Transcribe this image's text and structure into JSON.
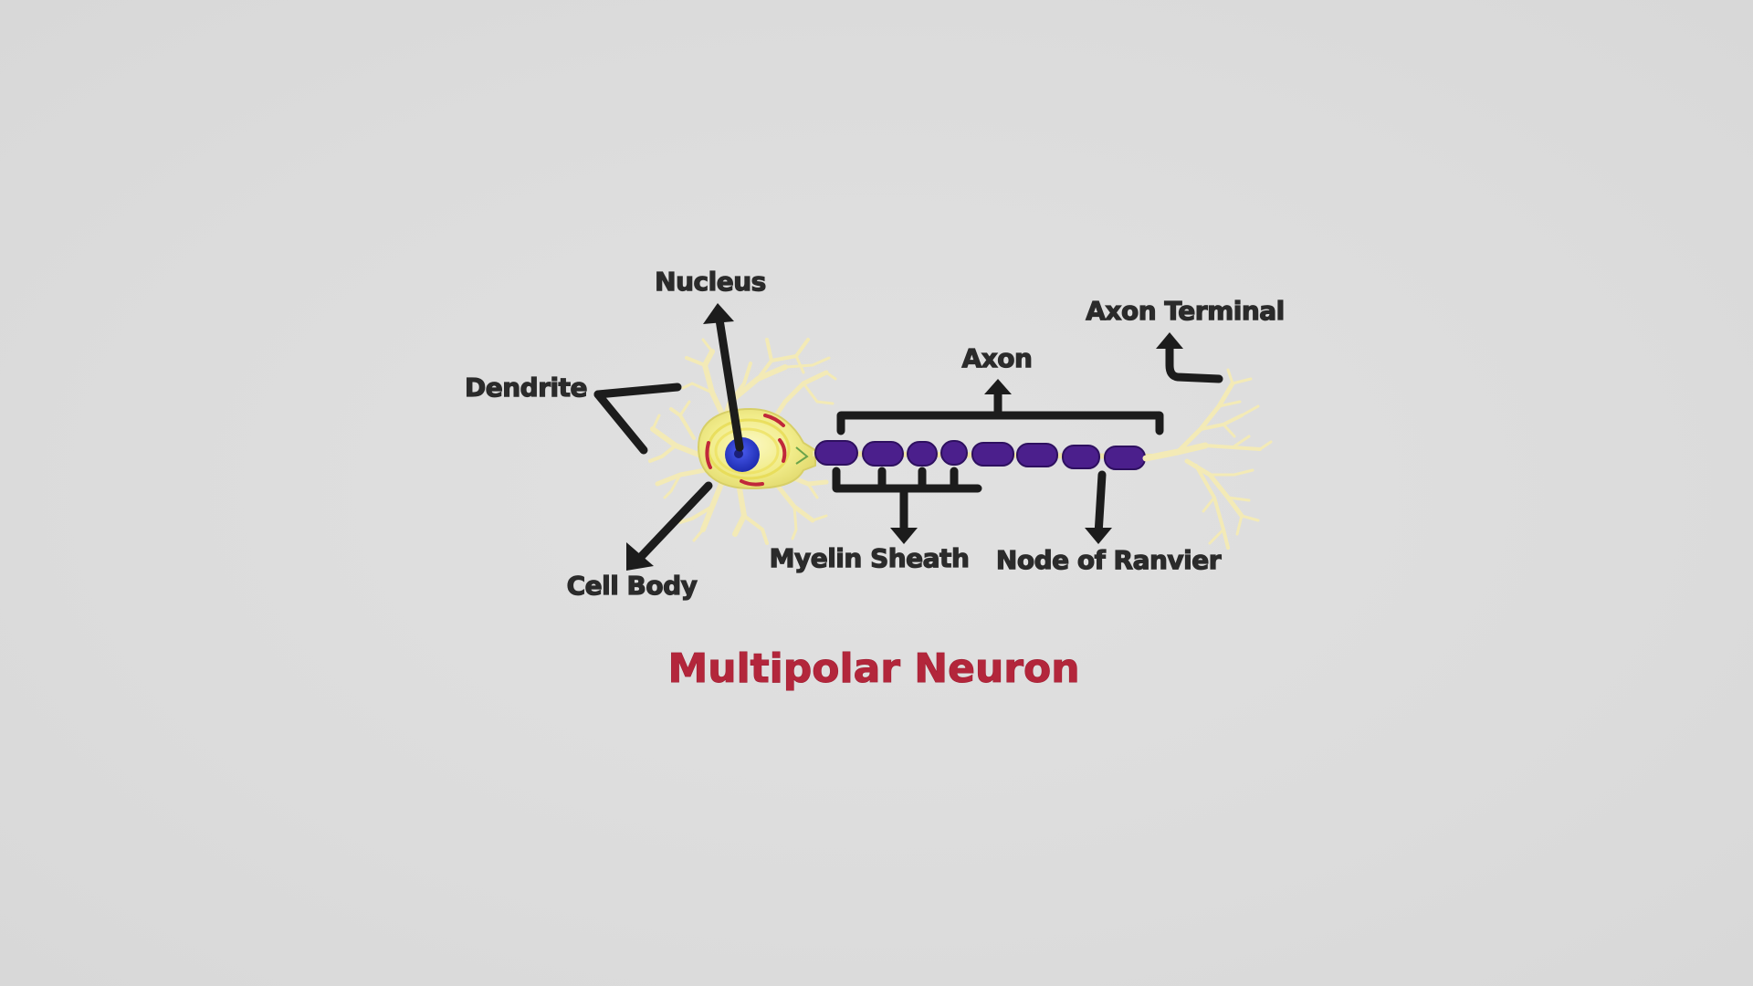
{
  "title": "Multipolar Neuron",
  "labels": {
    "nucleus": "Nucleus",
    "dendrite": "Dendrite",
    "cell_body": "Cell Body",
    "axon": "Axon",
    "axon_terminal": "Axon Terminal",
    "myelin_sheath": "Myelin Sheath",
    "node_of_ranvier": "Node of Ranvier"
  },
  "colors": {
    "background": "#dcdcdc",
    "title": "#b3263b",
    "label": "#2b2b2b",
    "dendrite": "#f3eab6",
    "cell_body": "#f2ef8a",
    "nucleus": "#2c3fd6",
    "myelin": "#4b1f8c"
  }
}
